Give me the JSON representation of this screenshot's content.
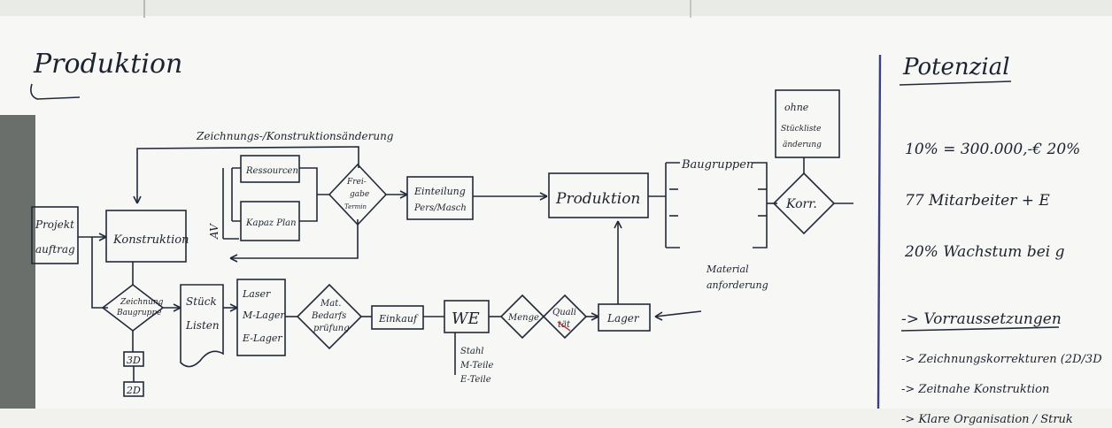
{
  "left_title": "Produktion",
  "diagram": {
    "projekt": [
      "Projekt",
      "auftrag"
    ],
    "konstruktion": "Konstruktion",
    "zaehnderung": "Zeichnungs-/Konstruktionsänderung",
    "zeichnung": [
      "Zeichnung",
      "Baugruppe"
    ],
    "d3": "3D",
    "d2": "2D",
    "av": "AV",
    "ressourcen": "Ressourcen",
    "kapaz": "Kapaz Plan",
    "freigabe": [
      "Frei-",
      "gabe",
      "Termin"
    ],
    "einteilung": [
      "Einteilung",
      "Pers/Masch"
    ],
    "produktion": "Produktion",
    "baugruppen": "Baugruppen",
    "korr": "Korr.",
    "ohne": [
      "ohne",
      "Stückliste",
      "änderung"
    ],
    "stueck": [
      "Stück",
      "Listen"
    ],
    "lager_list": [
      "Laser",
      "M-Lager",
      "E-Lager"
    ],
    "mat": [
      "Mat.",
      "Bedarfs",
      "prüfung"
    ],
    "einkauf": "Einkauf",
    "we": "WE",
    "we_items": [
      "Stahl",
      "M-Teile",
      "E-Teile"
    ],
    "menge": "Menge",
    "quali": [
      "Quali",
      "tät"
    ],
    "lager": "Lager",
    "material": [
      "Material",
      "anforderung"
    ]
  },
  "right": {
    "title": "Potenzial",
    "line1": "10% = 300.000,-€   20%",
    "line2": "77 Mitarbeiter     + E",
    "line3": "20% Wachstum bei g",
    "heading": "-> Vorraussetzungen",
    "items": [
      "-> Zeichnungskorrekturen (2D/3D",
      "-> Zeitnahe Konstruktion",
      "-> Klare Organisation / Struk"
    ]
  }
}
